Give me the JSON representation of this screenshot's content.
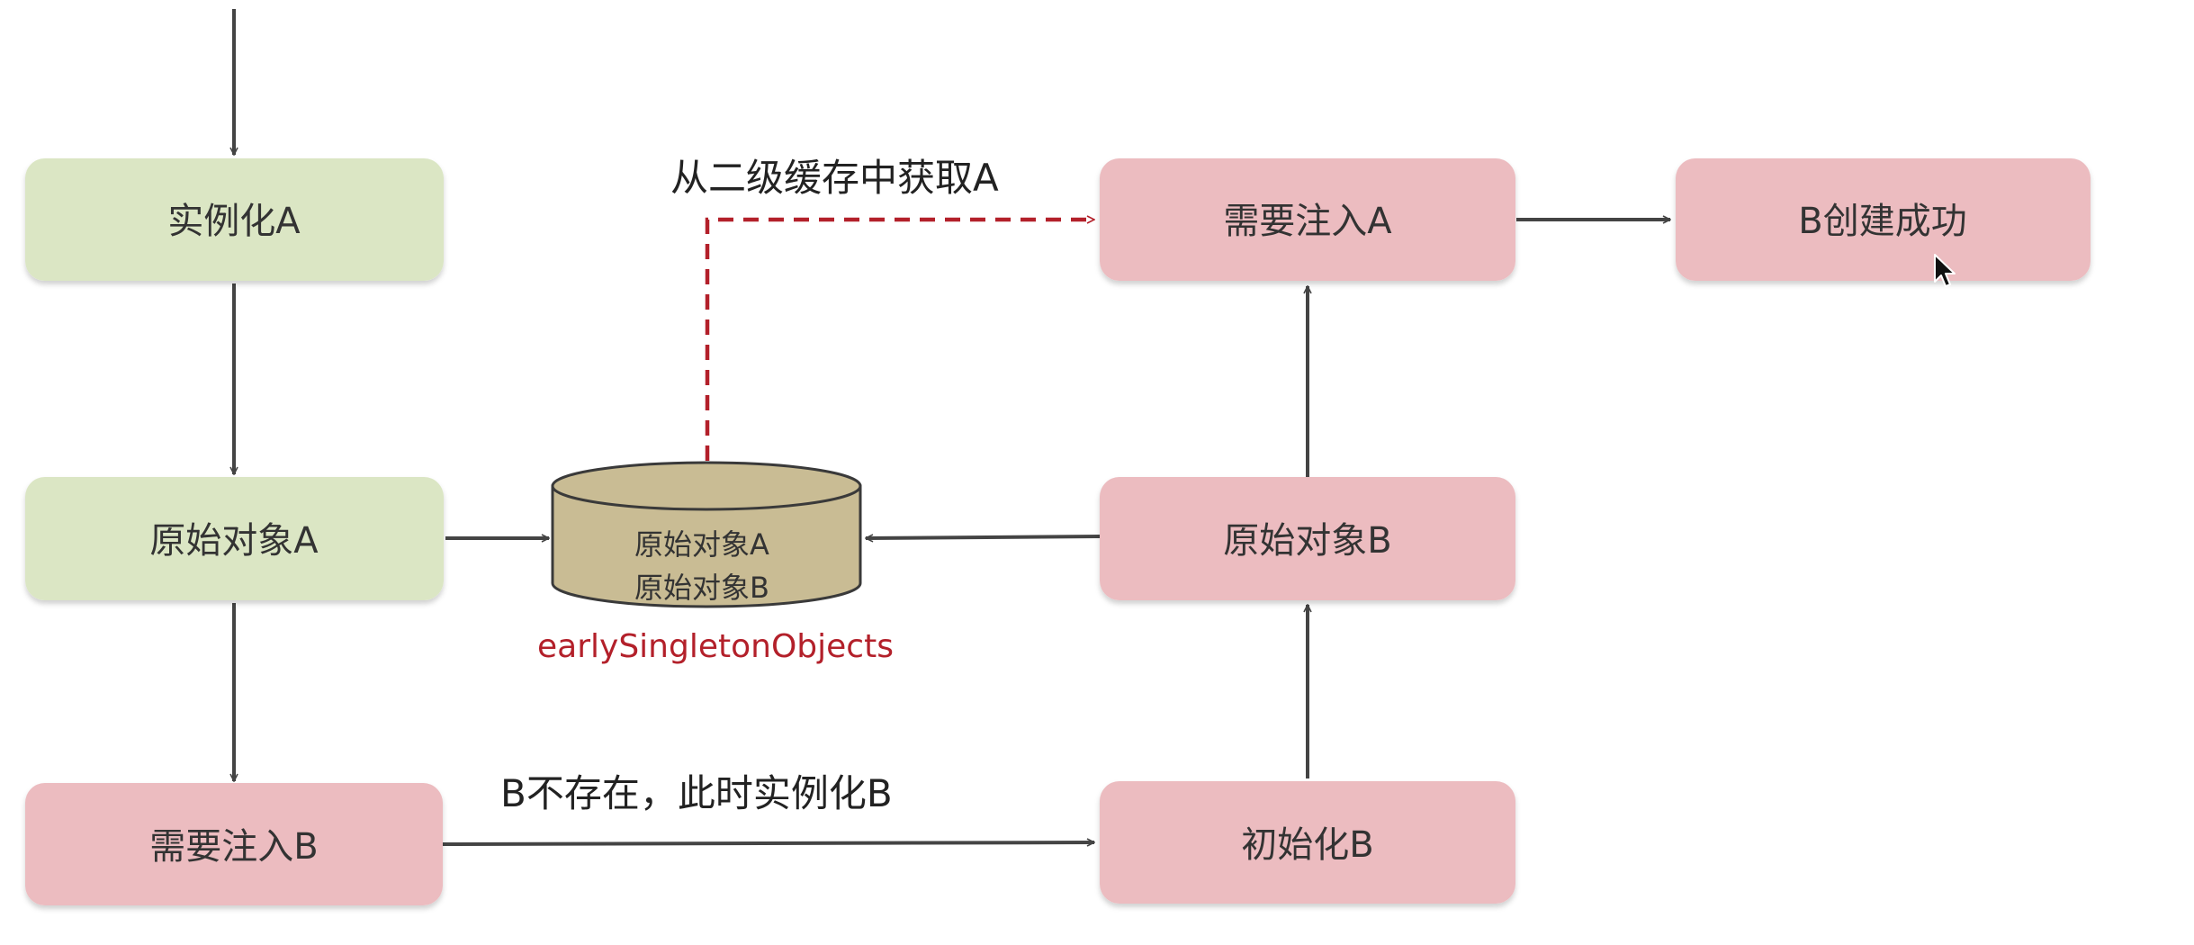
{
  "colors": {
    "green_fill": "#dbe6c4",
    "red_fill": "#ecbcc0",
    "db_fill": "#c9bc94",
    "db_stroke": "#3a3a3a",
    "arrow": "#444444",
    "dashed_arrow": "#b3202a",
    "caption_red": "#b3202a"
  },
  "nodes": {
    "instantiate_a": "实例化A",
    "raw_object_a": "原始对象A",
    "need_inject_b": "需要注入B",
    "need_inject_a": "需要注入A",
    "b_created": "B创建成功",
    "raw_object_b": "原始对象B",
    "init_b": "初始化B"
  },
  "cache": {
    "line1": "原始对象A",
    "line2": "原始对象B",
    "caption": "earlySingletonObjects"
  },
  "edge_labels": {
    "from_second_cache": "从二级缓存中获取A",
    "b_not_exist": "B不存在，此时实例化B"
  },
  "cursor_icon": "mouse-pointer-icon"
}
